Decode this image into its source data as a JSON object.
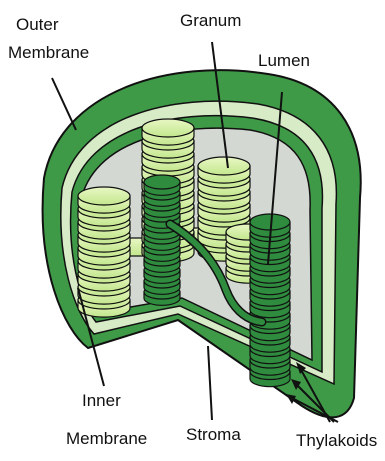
{
  "labels": {
    "outer_membrane": [
      "Outer",
      "Membrane"
    ],
    "granum": "Granum",
    "lumen": "Lumen",
    "inner_membrane": [
      "Inner",
      "Membrane"
    ],
    "stroma": "Stroma",
    "thylakoids": "Thylakoids"
  },
  "colors": {
    "outer_green": "#3f9a47",
    "light_band": "#d8ebc7",
    "stroma_gray": "#d4d8d2",
    "disc_light": "#d6f0a6",
    "disc_dark": "#2f8c3e",
    "outline": "#111111"
  }
}
